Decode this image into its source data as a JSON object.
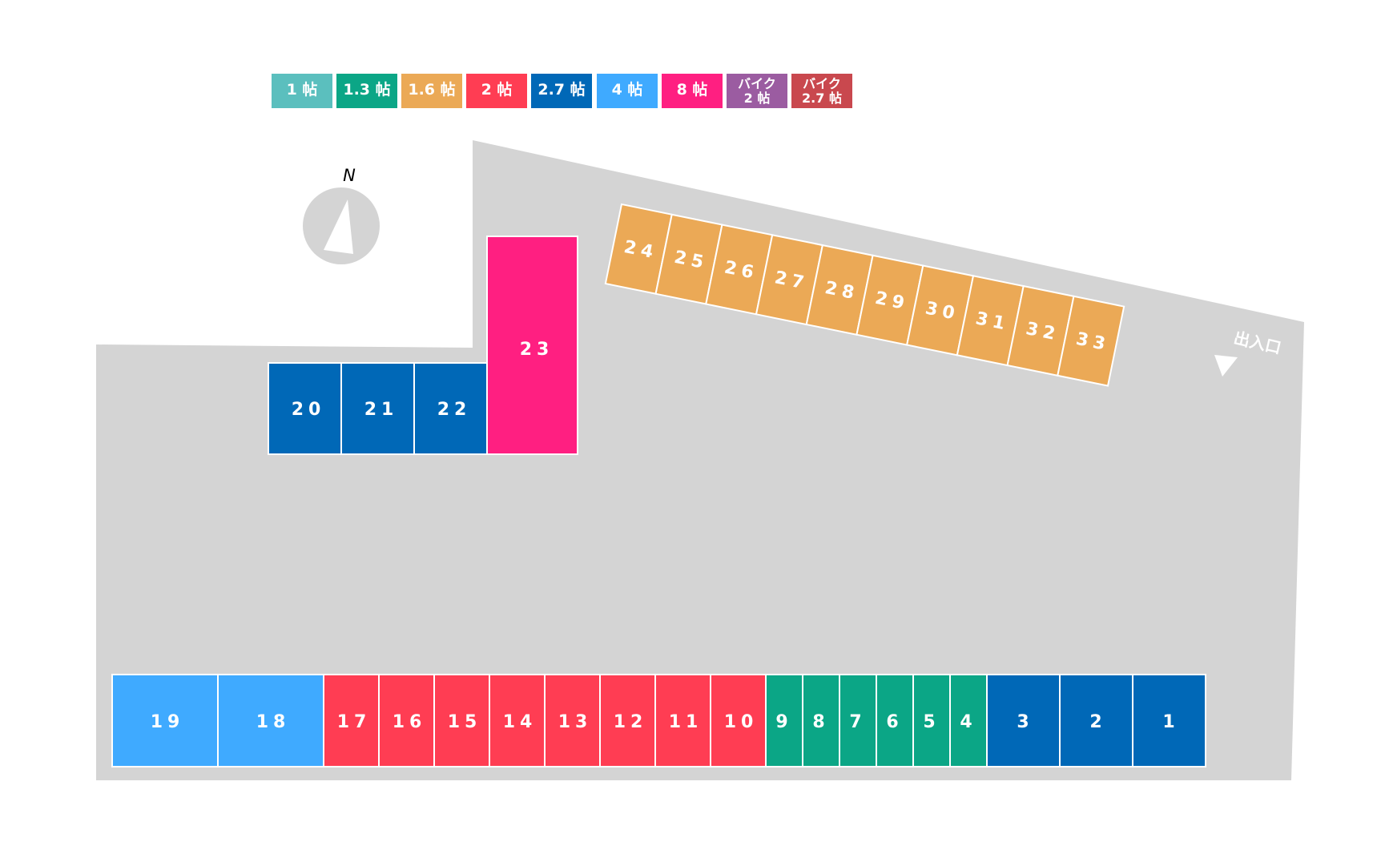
{
  "legend": [
    {
      "label": "1 帖",
      "color": "#5BBFBE"
    },
    {
      "label": "1.3 帖",
      "color": "#0BA686"
    },
    {
      "label": "1.6 帖",
      "color": "#EBA956"
    },
    {
      "label": "2 帖",
      "color": "#FF3D53"
    },
    {
      "label": "2.7 帖",
      "color": "#0068B7"
    },
    {
      "label": "4 帖",
      "color": "#3FAAFF"
    },
    {
      "label": "8 帖",
      "color": "#FF1F81"
    },
    {
      "label_line1": "バイク",
      "label_line2": "2 帖",
      "color": "#9B5CA1"
    },
    {
      "label_line1": "バイク",
      "label_line2": "2.7 帖",
      "color": "#C9484E"
    }
  ],
  "compass": {
    "label": "N"
  },
  "entrance": {
    "label": "出入口"
  },
  "units": {
    "u1": "1",
    "u2": "2",
    "u3": "3",
    "u4": "4",
    "u5": "5",
    "u6": "6",
    "u7": "7",
    "u8": "8",
    "u9": "9",
    "u10": "10",
    "u11": "11",
    "u12": "12",
    "u13": "13",
    "u14": "14",
    "u15": "15",
    "u16": "16",
    "u17": "17",
    "u18": "18",
    "u19": "19",
    "u20": "20",
    "u21": "21",
    "u22": "22",
    "u23": "23",
    "u24": "24",
    "u25": "25",
    "u26": "26",
    "u27": "27",
    "u28": "28",
    "u29": "29",
    "u30": "30",
    "u31": "31",
    "u32": "32",
    "u33": "33"
  },
  "colors": {
    "lot": "#D4D4D4",
    "size_1_3": "#0BA686",
    "size_1_6": "#EBA956",
    "size_2": "#FF3D53",
    "size_2_7": "#0068B7",
    "size_4": "#3FAAFF",
    "size_8": "#FF1F81"
  }
}
